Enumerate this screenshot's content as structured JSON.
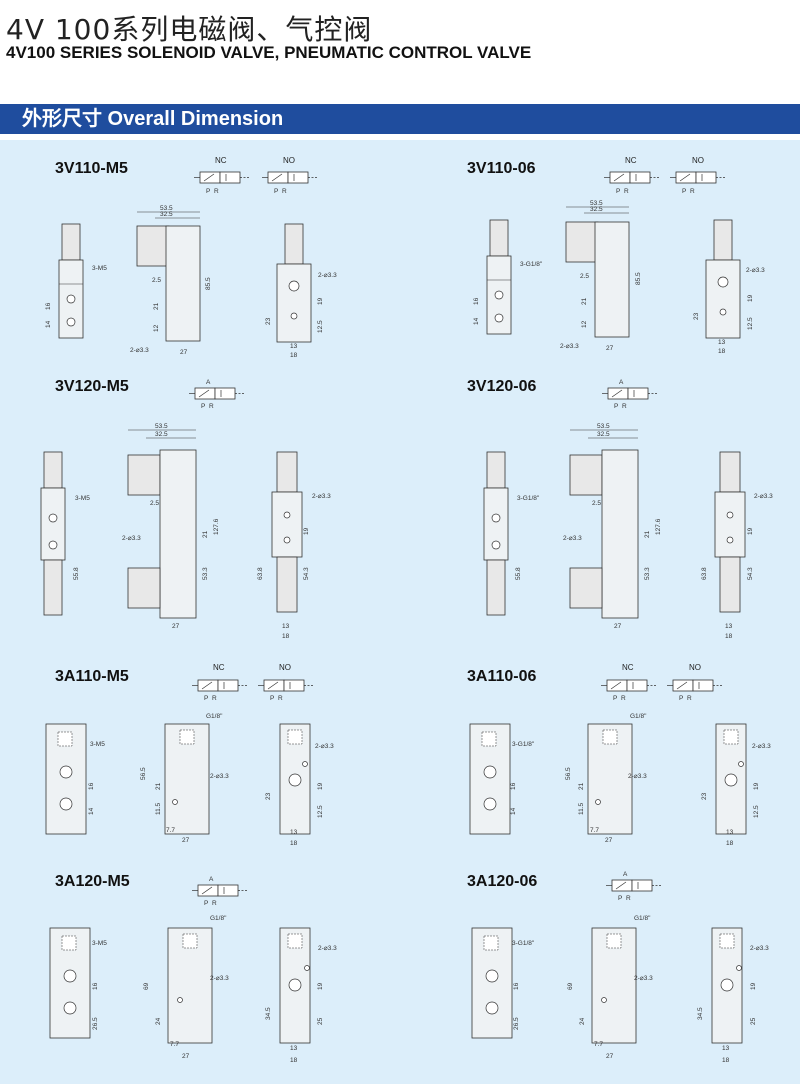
{
  "header": {
    "title_cn": "4V 100系列电磁阀、气控阀",
    "title_en": "4V100 SERIES SOLENOID VALVE, PNEUMATIC CONTROL VALVE"
  },
  "section": {
    "title": "外形尺寸 Overall Dimension"
  },
  "models": [
    {
      "name": "3V110-M5",
      "symbols": [
        "NC",
        "NO"
      ]
    },
    {
      "name": "3V110-06",
      "symbols": [
        "NC",
        "NO"
      ]
    },
    {
      "name": "3V120-M5",
      "symbols": []
    },
    {
      "name": "3V120-06",
      "symbols": []
    },
    {
      "name": "3A110-M5",
      "symbols": [
        "NC",
        "NO"
      ]
    },
    {
      "name": "3A110-06",
      "symbols": [
        "NC",
        "NO"
      ]
    },
    {
      "name": "3A120-M5",
      "symbols": []
    },
    {
      "name": "3A120-06",
      "symbols": []
    }
  ],
  "symbol_ports": {
    "a": "A",
    "p": "P",
    "r": "R"
  },
  "dims": {
    "d53_5": "53.5",
    "d32_5": "32.5",
    "d85_5": "85.5",
    "d127_6": "127.6",
    "d2_5": "2.5",
    "d21": "21",
    "d12": "12",
    "d27": "27",
    "d16": "16",
    "d14": "14",
    "d23": "23",
    "d19": "19",
    "d12_5": "12.5",
    "d13": "13",
    "d18": "18",
    "d55_8": "55.8",
    "d53_3": "53.3",
    "d54_3": "54.3",
    "d63_8": "63.8",
    "d56_5": "56.5",
    "d11_5": "11.5",
    "d7_7": "7.7",
    "d69": "69",
    "d24": "24",
    "d26_5": "26.5",
    "d34_5": "34.5",
    "d25": "25",
    "m5": "3-M5",
    "g18": "3-G1/8\"",
    "g18b": "G1/8\"",
    "phi33": "2-⌀3.3"
  }
}
